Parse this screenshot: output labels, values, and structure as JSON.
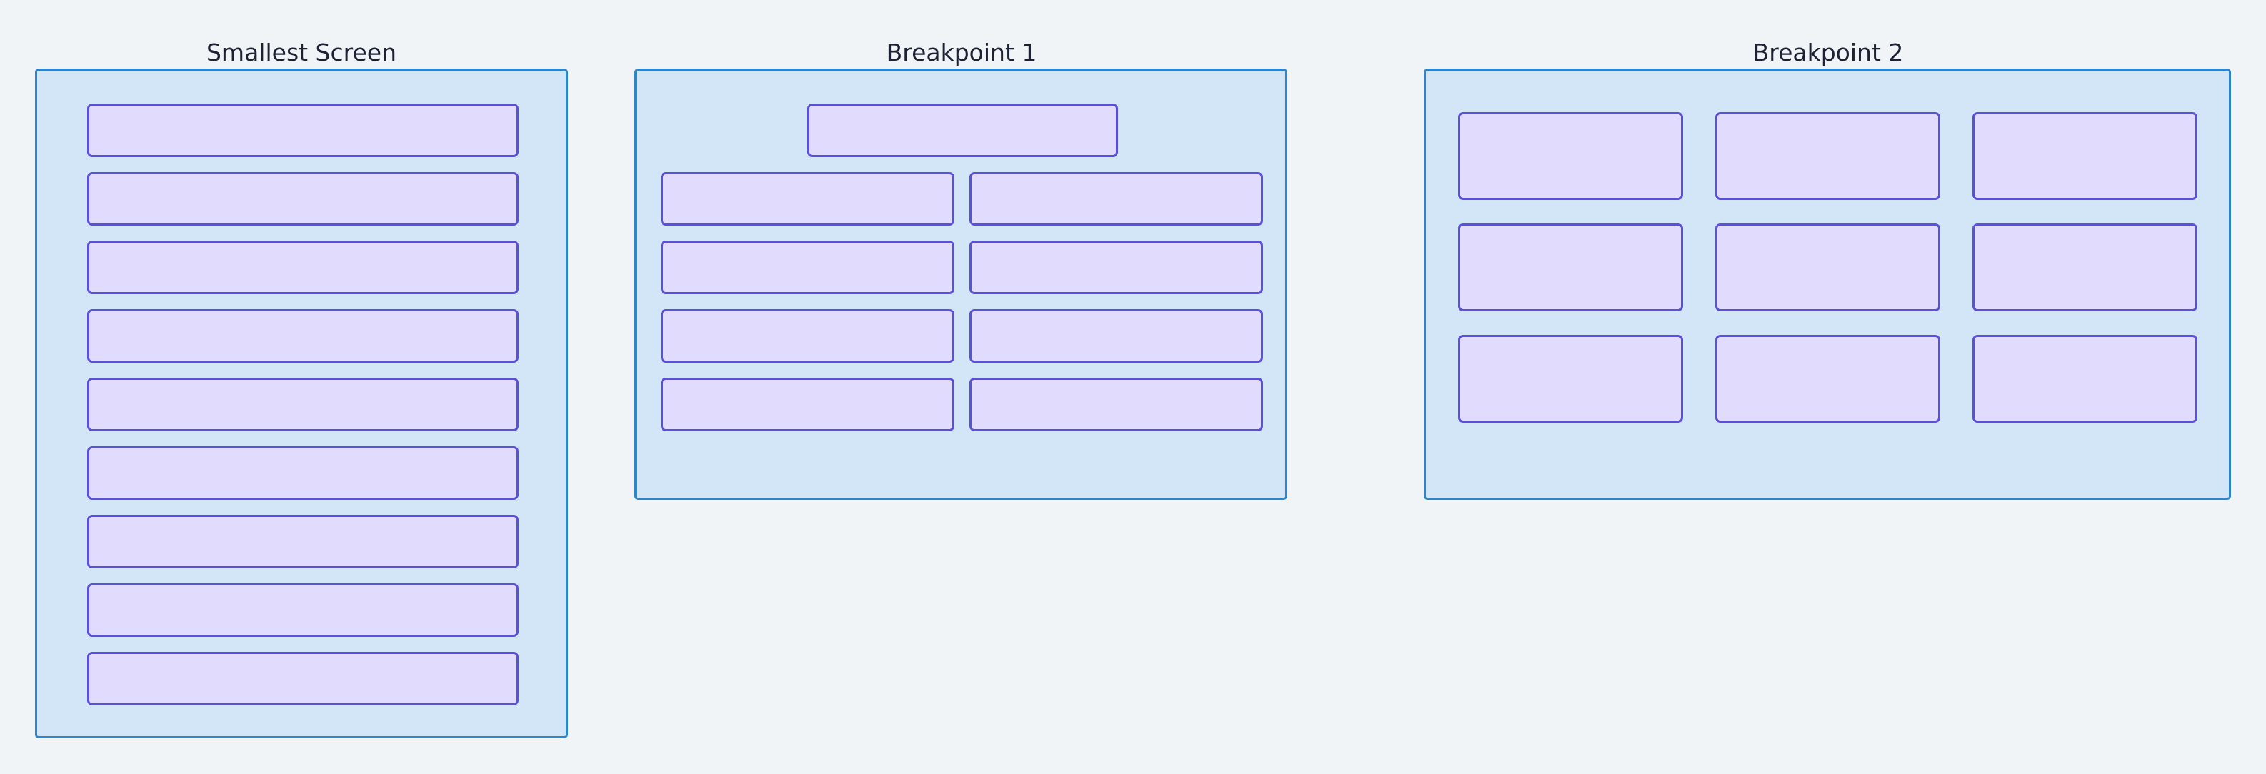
{
  "panels": [
    {
      "title": "Smallest Screen",
      "columns": 1,
      "boxes": 9
    },
    {
      "title": "Breakpoint 1",
      "columns": 2,
      "boxes": 9
    },
    {
      "title": "Breakpoint 2",
      "columns": 3,
      "boxes": 9
    }
  ],
  "colors": {
    "background": "#f1f4f7",
    "frame_fill": "#d3e6f7",
    "frame_border": "#2b86cf",
    "box_fill": "#e1dcfd",
    "box_border": "#5a4fde",
    "title_text": "#1c2233"
  }
}
